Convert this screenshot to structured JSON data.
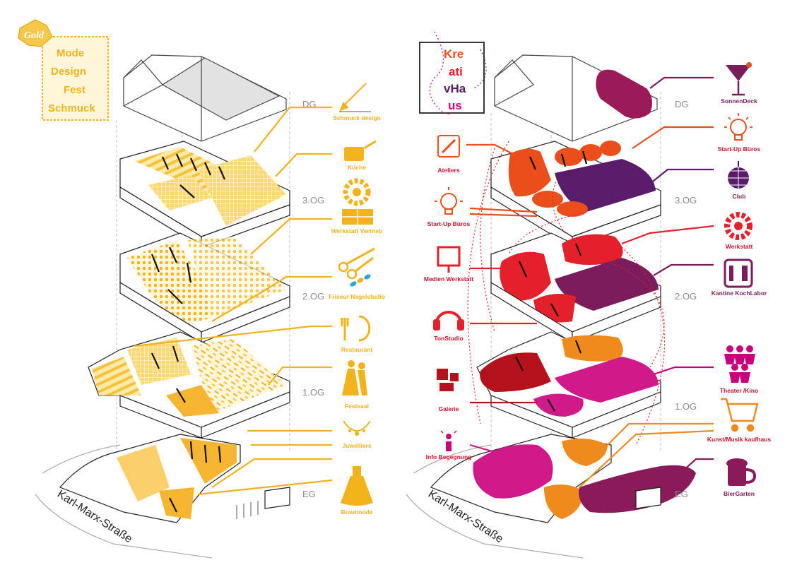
{
  "colors": {
    "yellow": "#f2b21a",
    "yellow_light": "#fbd871",
    "red": "#e4202b",
    "red_dark": "#b5121b",
    "orange": "#ef8a1c",
    "orange_red": "#e94e1b",
    "magenta": "#c8007e",
    "purple": "#5a1b6b",
    "plum": "#7b1c5c",
    "gray": "#8a8a8a"
  },
  "left": {
    "badge": {
      "script": "Gold",
      "lines": [
        "Mode",
        "Design",
        "Fest",
        "Schmuck"
      ]
    },
    "floors": [
      "DG",
      "3.OG",
      "2.OG",
      "1.OG",
      "EG"
    ],
    "street": "Karl-Marx-Straße",
    "icons": [
      {
        "icon": "pencil-icon",
        "label": "Schmuck design"
      },
      {
        "icon": "pot-icon",
        "label": "Küche"
      },
      {
        "icon": "gear-icon",
        "label": "Werkstatt Vertrieb"
      },
      {
        "icon": "scissors-icon",
        "label": "Friseur Nagelstudio"
      },
      {
        "icon": "cutlery-icon",
        "label": "Restaurant"
      },
      {
        "icon": "dancers-icon",
        "label": "Festsaal"
      },
      {
        "icon": "necklace-icon",
        "label": "Juwelliere"
      },
      {
        "icon": "dress-icon",
        "label": "Brautmode"
      }
    ]
  },
  "right": {
    "badge": {
      "lines": [
        "Kre",
        "ati",
        "vHa",
        "us"
      ]
    },
    "floors": [
      "DG",
      "3.OG",
      "2.OG",
      "1.OG",
      "EG"
    ],
    "street": "Karl-Marx-Straße",
    "icons": [
      {
        "icon": "cocktail-icon",
        "label": "SonnenDeck"
      },
      {
        "icon": "bulb-icon",
        "label": "Start-Up Büros"
      },
      {
        "icon": "discoball-icon",
        "label": "Club"
      },
      {
        "icon": "gear-icon",
        "label": "Werkstatt"
      },
      {
        "icon": "canteen-icon",
        "label": "Kantine KochLabor"
      },
      {
        "icon": "people-icon",
        "label": "Theater /Kino"
      },
      {
        "icon": "cart-icon",
        "label": "Kunst/Musik kaufhaus"
      },
      {
        "icon": "beer-icon",
        "label": "BierGarten"
      },
      {
        "icon": "easel-icon",
        "label": "Ateliers"
      },
      {
        "icon": "bulb-icon",
        "label": "Start-Up Büros"
      },
      {
        "icon": "monitor-icon",
        "label": "Medien Werkstatt"
      },
      {
        "icon": "headphones-icon",
        "label": "TonStudio"
      },
      {
        "icon": "gallery-icon",
        "label": "Galerie"
      },
      {
        "icon": "info-icon",
        "label": "Info Begegnung"
      }
    ]
  }
}
